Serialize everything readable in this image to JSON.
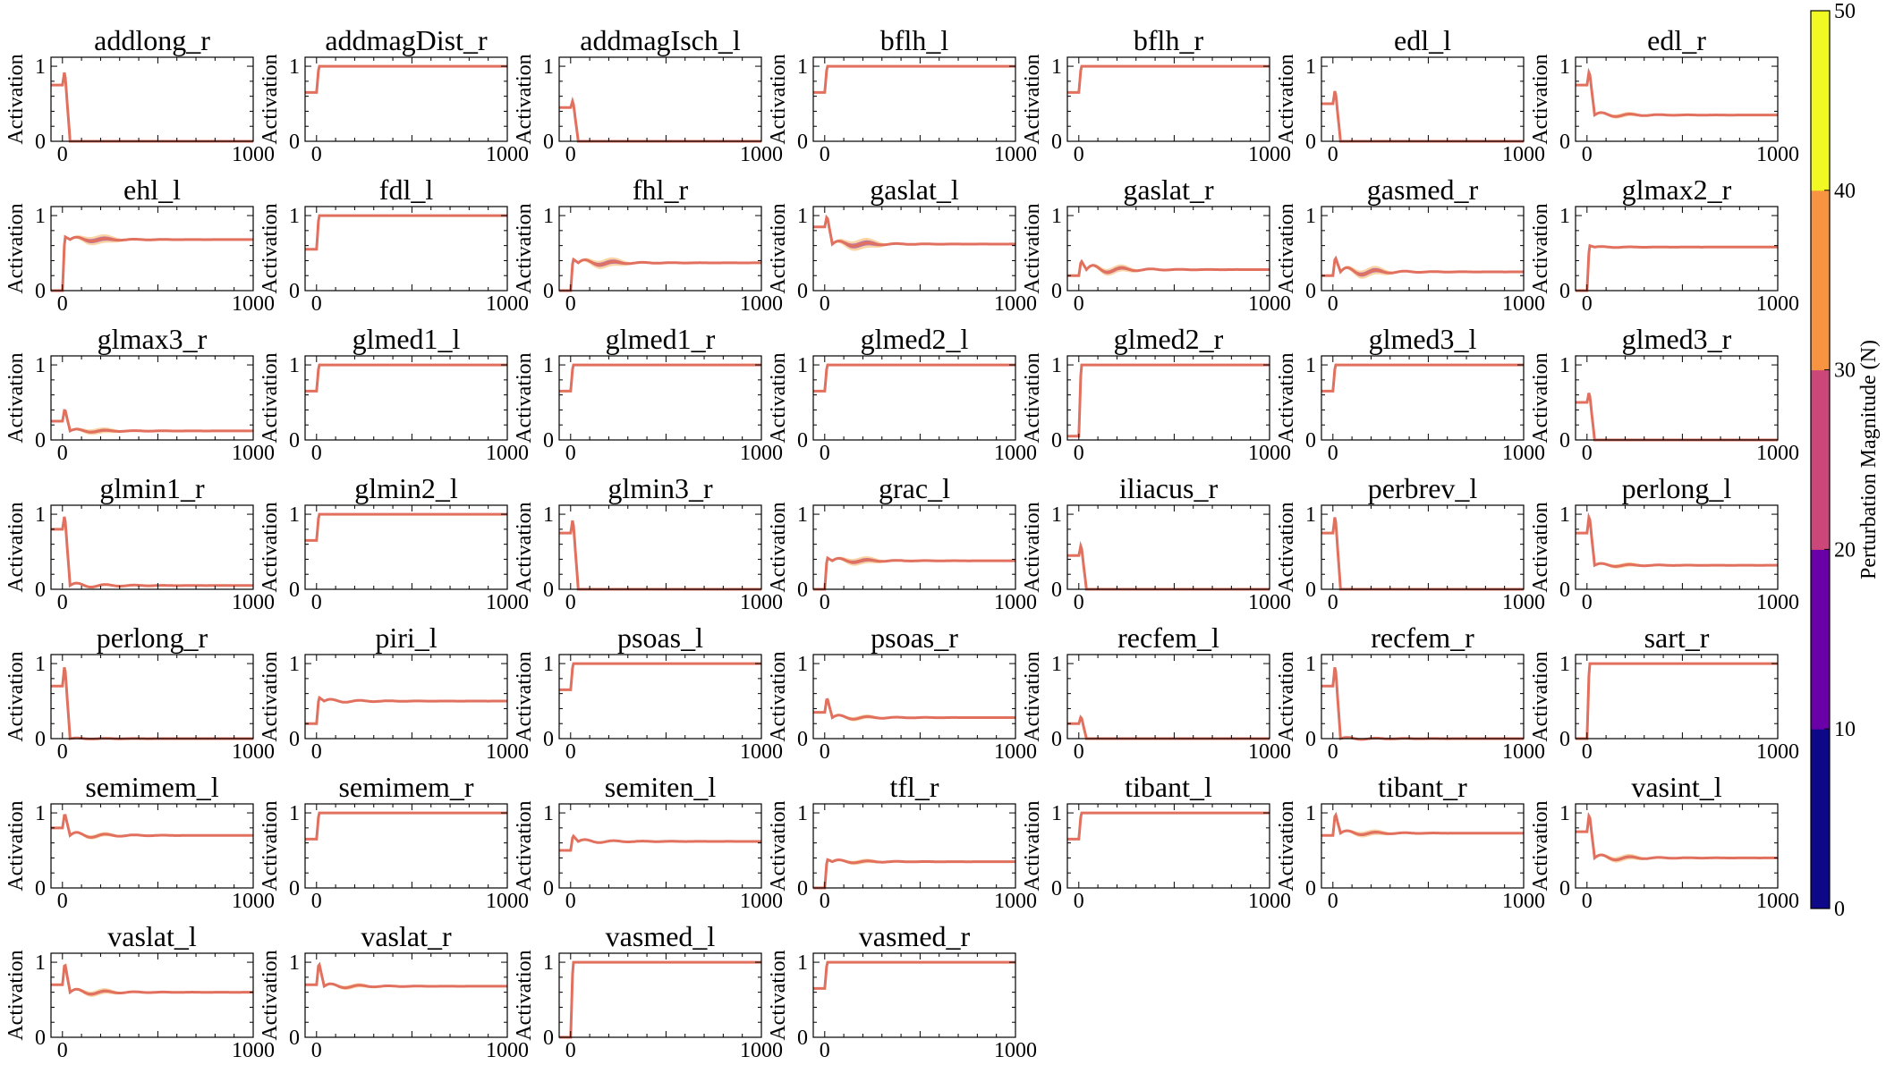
{
  "chart_data": {
    "type": "line",
    "ylabel": "Activation",
    "xticks": [
      0,
      1000
    ],
    "yticks": [
      0,
      1
    ],
    "xlim": [
      -60,
      1000
    ],
    "ylim": [
      0,
      1.12
    ],
    "grid": false,
    "colorbar": {
      "label": "Perturbation Magnitude (N)",
      "ticks": [
        0,
        10,
        20,
        30,
        40,
        50
      ],
      "range": [
        0,
        50
      ],
      "colors": [
        "#0d0887",
        "#6a00a8",
        "#cb4679",
        "#f89441",
        "#f0f921"
      ]
    },
    "colors": {
      "main_line": "#e1705e",
      "band_light": "#f8c27a",
      "band_purple": "#8a2aa5"
    },
    "panels": [
      {
        "title": "addlong_r",
        "t0": 0.75,
        "peak": 0.95,
        "steady": 0.0,
        "osc": 0.0,
        "var": 0.0
      },
      {
        "title": "addmagDist_r",
        "t0": 0.65,
        "peak": 1.0,
        "steady": 1.0,
        "osc": 0.0,
        "var": 0.0
      },
      {
        "title": "addmagIsch_l",
        "t0": 0.45,
        "peak": 0.55,
        "steady": 0.0,
        "osc": 0.0,
        "var": 0.0
      },
      {
        "title": "bflh_l",
        "t0": 0.65,
        "peak": 1.0,
        "steady": 1.0,
        "osc": 0.0,
        "var": 0.0
      },
      {
        "title": "bflh_r",
        "t0": 0.65,
        "peak": 1.0,
        "steady": 1.0,
        "osc": 0.0,
        "var": 0.0
      },
      {
        "title": "edl_l",
        "t0": 0.5,
        "peak": 0.7,
        "steady": 0.0,
        "osc": 0.0,
        "var": 0.0
      },
      {
        "title": "edl_r",
        "t0": 0.75,
        "peak": 0.95,
        "steady": 0.35,
        "osc": 0.04,
        "var": 0.03
      },
      {
        "title": "ehl_l",
        "t0": 0.0,
        "peak": 0.72,
        "steady": 0.68,
        "osc": 0.04,
        "var": 0.06
      },
      {
        "title": "fdl_l",
        "t0": 0.55,
        "peak": 1.0,
        "steady": 1.0,
        "osc": 0.0,
        "var": 0.0
      },
      {
        "title": "fhl_r",
        "t0": 0.0,
        "peak": 0.42,
        "steady": 0.37,
        "osc": 0.05,
        "var": 0.06
      },
      {
        "title": "gaslat_l",
        "t0": 0.85,
        "peak": 1.0,
        "steady": 0.62,
        "osc": 0.05,
        "var": 0.07
      },
      {
        "title": "gaslat_r",
        "t0": 0.2,
        "peak": 0.4,
        "steady": 0.28,
        "osc": 0.07,
        "var": 0.05
      },
      {
        "title": "gasmed_r",
        "t0": 0.2,
        "peak": 0.45,
        "steady": 0.25,
        "osc": 0.07,
        "var": 0.06
      },
      {
        "title": "glmax2_r",
        "t0": 0.0,
        "peak": 0.6,
        "steady": 0.58,
        "osc": 0.01,
        "var": 0.01
      },
      {
        "title": "glmax3_r",
        "t0": 0.25,
        "peak": 0.42,
        "steady": 0.12,
        "osc": 0.03,
        "var": 0.04
      },
      {
        "title": "glmed1_l",
        "t0": 0.65,
        "peak": 1.0,
        "steady": 1.0,
        "osc": 0.0,
        "var": 0.0
      },
      {
        "title": "glmed1_r",
        "t0": 0.65,
        "peak": 1.0,
        "steady": 1.0,
        "osc": 0.0,
        "var": 0.0
      },
      {
        "title": "glmed2_l",
        "t0": 0.65,
        "peak": 1.0,
        "steady": 1.0,
        "osc": 0.0,
        "var": 0.0
      },
      {
        "title": "glmed2_r",
        "t0": 0.05,
        "peak": 1.0,
        "steady": 1.0,
        "osc": 0.0,
        "var": 0.0
      },
      {
        "title": "glmed3_l",
        "t0": 0.65,
        "peak": 1.0,
        "steady": 1.0,
        "osc": 0.0,
        "var": 0.0
      },
      {
        "title": "glmed3_r",
        "t0": 0.5,
        "peak": 0.65,
        "steady": 0.0,
        "osc": 0.0,
        "var": 0.0
      },
      {
        "title": "glmin1_r",
        "t0": 0.8,
        "peak": 1.0,
        "steady": 0.05,
        "osc": 0.04,
        "var": 0.02
      },
      {
        "title": "glmin2_l",
        "t0": 0.65,
        "peak": 1.0,
        "steady": 1.0,
        "osc": 0.0,
        "var": 0.0
      },
      {
        "title": "glmin3_r",
        "t0": 0.75,
        "peak": 0.95,
        "steady": 0.0,
        "osc": 0.0,
        "var": 0.0
      },
      {
        "title": "grac_l",
        "t0": 0.0,
        "peak": 0.42,
        "steady": 0.38,
        "osc": 0.04,
        "var": 0.05
      },
      {
        "title": "iliacus_r",
        "t0": 0.45,
        "peak": 0.6,
        "steady": 0.0,
        "osc": 0.0,
        "var": 0.0
      },
      {
        "title": "perbrev_l",
        "t0": 0.75,
        "peak": 1.0,
        "steady": 0.0,
        "osc": 0.0,
        "var": 0.0
      },
      {
        "title": "perlong_l",
        "t0": 0.75,
        "peak": 1.0,
        "steady": 0.32,
        "osc": 0.03,
        "var": 0.03
      },
      {
        "title": "perlong_r",
        "t0": 0.7,
        "peak": 1.0,
        "steady": 0.0,
        "osc": 0.01,
        "var": 0.01
      },
      {
        "title": "piri_l",
        "t0": 0.2,
        "peak": 0.55,
        "steady": 0.5,
        "osc": 0.03,
        "var": 0.01
      },
      {
        "title": "psoas_l",
        "t0": 0.65,
        "peak": 1.0,
        "steady": 1.0,
        "osc": 0.0,
        "var": 0.0
      },
      {
        "title": "psoas_r",
        "t0": 0.35,
        "peak": 0.55,
        "steady": 0.28,
        "osc": 0.04,
        "var": 0.03
      },
      {
        "title": "recfem_l",
        "t0": 0.2,
        "peak": 0.3,
        "steady": 0.0,
        "osc": 0.0,
        "var": 0.0
      },
      {
        "title": "recfem_r",
        "t0": 0.7,
        "peak": 1.0,
        "steady": 0.0,
        "osc": 0.02,
        "var": 0.0
      },
      {
        "title": "sart_r",
        "t0": 0.0,
        "peak": 1.0,
        "steady": 1.0,
        "osc": 0.0,
        "var": 0.0
      },
      {
        "title": "semimem_l",
        "t0": 0.8,
        "peak": 1.0,
        "steady": 0.7,
        "osc": 0.05,
        "var": 0.03
      },
      {
        "title": "semimem_r",
        "t0": 0.65,
        "peak": 1.0,
        "steady": 1.0,
        "osc": 0.0,
        "var": 0.0
      },
      {
        "title": "semiten_l",
        "t0": 0.5,
        "peak": 0.7,
        "steady": 0.62,
        "osc": 0.03,
        "var": 0.01
      },
      {
        "title": "tfl_r",
        "t0": 0.0,
        "peak": 0.38,
        "steady": 0.35,
        "osc": 0.03,
        "var": 0.03
      },
      {
        "title": "tibant_l",
        "t0": 0.65,
        "peak": 1.0,
        "steady": 1.0,
        "osc": 0.0,
        "var": 0.0
      },
      {
        "title": "tibant_r",
        "t0": 0.7,
        "peak": 1.0,
        "steady": 0.73,
        "osc": 0.04,
        "var": 0.04
      },
      {
        "title": "vasint_l",
        "t0": 0.75,
        "peak": 1.0,
        "steady": 0.4,
        "osc": 0.05,
        "var": 0.04
      },
      {
        "title": "vaslat_l",
        "t0": 0.7,
        "peak": 1.0,
        "steady": 0.6,
        "osc": 0.05,
        "var": 0.04
      },
      {
        "title": "vaslat_r",
        "t0": 0.7,
        "peak": 1.0,
        "steady": 0.68,
        "osc": 0.04,
        "var": 0.03
      },
      {
        "title": "vasmed_l",
        "t0": 0.0,
        "peak": 1.0,
        "steady": 1.0,
        "osc": 0.0,
        "var": 0.0
      },
      {
        "title": "vasmed_r",
        "t0": 0.65,
        "peak": 1.0,
        "steady": 1.0,
        "osc": 0.0,
        "var": 0.0
      }
    ]
  }
}
